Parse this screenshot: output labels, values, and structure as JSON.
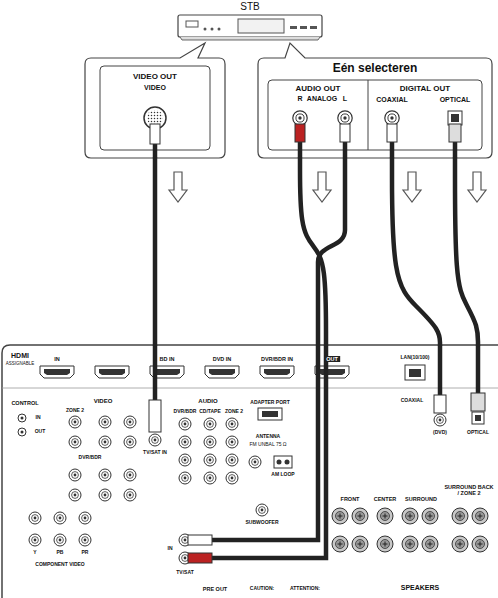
{
  "diagram": {
    "nodes": [
      {
        "text": [
          "STB"
        ]
      },
      {
        "text": [
          "VIDEO OUT",
          "VIDEO"
        ]
      },
      {
        "text": [
          "Eén selecteren",
          "AUDIO OUT",
          "R",
          "ANALOG",
          "L",
          "DIGITAL OUT",
          "COAXIAL",
          "OPTICAL"
        ]
      },
      {
        "text": [
          "HDMI",
          "ASSIGNABLE",
          "IN",
          "BD IN",
          "DVD IN",
          "DVR/BDR IN",
          "OUT",
          "LAN(10/100)",
          "CONTROL",
          "IN",
          "OUT",
          "VIDEO",
          "ZONE 2",
          "DVR/BDR",
          "TV/SAT IN",
          "AUDIO",
          "DVR/BDR",
          "CD/TAPE",
          "ZONE 2",
          "ADAPTER PORT",
          "ANTENNA",
          "FM UNBAL 75 Ω",
          "AM LOOP",
          "IN",
          "TV/SAT",
          "SUBWOOFER",
          "Y",
          "PB",
          "PR",
          "COMPONENT VIDEO",
          "PRE OUT",
          "CAUTION:",
          "ATTENTION:",
          "COAXIAL",
          "(DVD)",
          "OPTICAL",
          "FRONT",
          "CENTER",
          "SURROUND",
          "SURROUND BACK / ZONE 2",
          "SPEAKERS"
        ]
      }
    ],
    "edges": [
      {
        "from": 1,
        "to": 3,
        "arrow": "none"
      },
      {
        "from": 2,
        "to": 3,
        "arrow": "none"
      },
      {
        "from": 2,
        "to": 3,
        "arrow": "none"
      },
      {
        "from": 2,
        "to": 3,
        "arrow": "none"
      }
    ]
  }
}
